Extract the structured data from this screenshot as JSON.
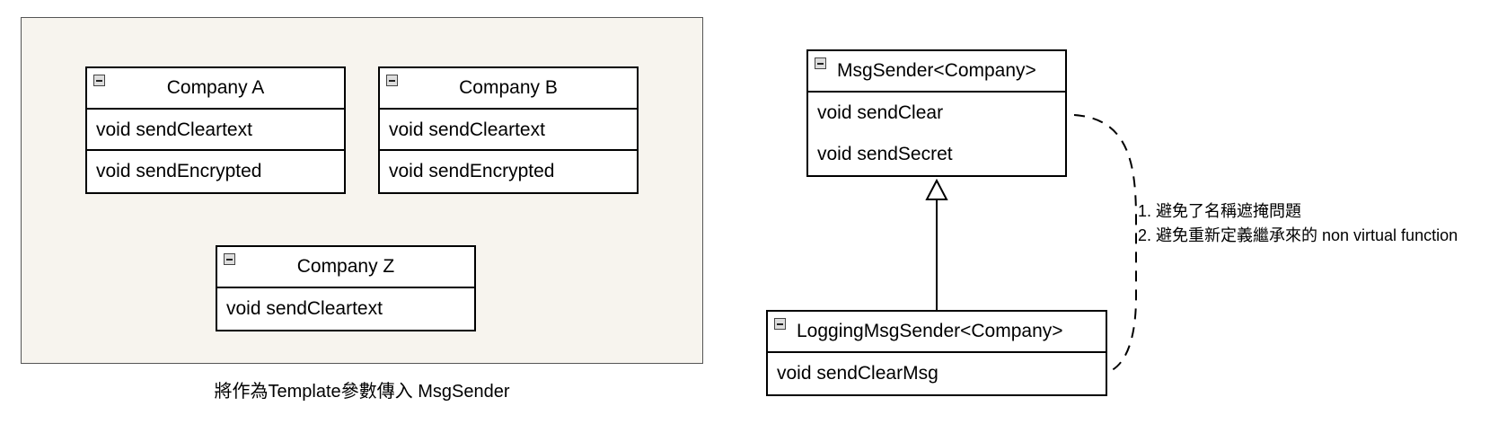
{
  "template_params": {
    "companies": [
      {
        "name": "Company A",
        "methods": [
          "void sendCleartext",
          "void sendEncrypted"
        ]
      },
      {
        "name": "Company B",
        "methods": [
          "void sendCleartext",
          "void sendEncrypted"
        ]
      },
      {
        "name": "Company Z",
        "methods": [
          "void sendCleartext"
        ]
      }
    ],
    "caption": "將作為Template參數傳入 MsgSender"
  },
  "msg_sender": {
    "name": "MsgSender<Company>",
    "methods": [
      "void sendClear",
      "void sendSecret"
    ]
  },
  "logging_msg_sender": {
    "name": "LoggingMsgSender<Company>",
    "methods": [
      "void sendClearMsg"
    ]
  },
  "note": {
    "line1": "1. 避免了名稱遮掩問題",
    "line2": "2. 避免重新定義繼承來的 non virtual function"
  },
  "colors": {
    "panel_bg": "#f7f4ee",
    "line": "#000000"
  }
}
